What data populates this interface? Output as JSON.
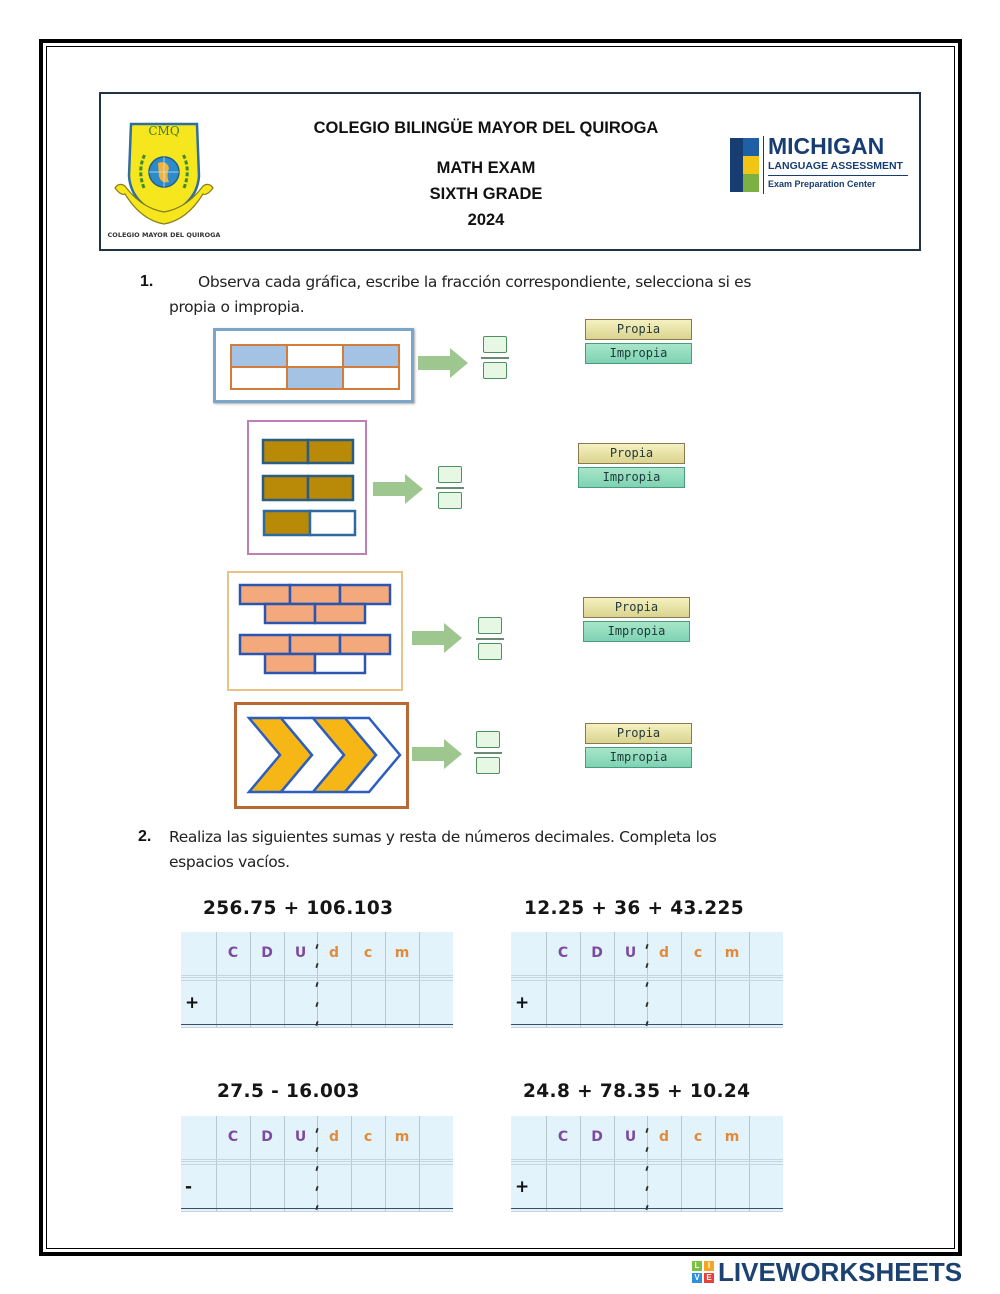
{
  "header": {
    "school": "COLEGIO BILINGÜE MAYOR DEL QUIROGA",
    "exam": "MATH EXAM",
    "grade": "SIXTH GRADE",
    "year": "2024",
    "crest": {
      "initials": "CMQ",
      "ribbon_text": "COLEGIO MAYOR DEL QUIROGA"
    },
    "partner_logo": {
      "title": "MICHIGAN",
      "line2": "LANGUAGE ASSESSMENT",
      "line3": "Exam Preparation Center"
    }
  },
  "question1": {
    "number": "1.",
    "text": "Observa cada gráfica, escribe la fracción correspondiente, selecciona si es",
    "text_line2": "propia o impropia.",
    "items": [
      {
        "figure": "rectangle grid 2x3",
        "shaded": 3,
        "parts": 6,
        "numerator": "",
        "denominator": "",
        "option_proper": "Propia",
        "option_improper": "Impropia"
      },
      {
        "figure": "three bars of halves",
        "shaded": 5,
        "parts": 2,
        "numerator": "",
        "denominator": "",
        "option_proper": "Propia",
        "option_improper": "Impropia"
      },
      {
        "figure": "two brick walls of fifths",
        "shaded": 9,
        "parts": 5,
        "numerator": "",
        "denominator": "",
        "option_proper": "Propia",
        "option_improper": "Impropia"
      },
      {
        "figure": "four chevrons",
        "shaded": 2,
        "parts": 4,
        "numerator": "",
        "denominator": "",
        "option_proper": "Propia",
        "option_improper": "Impropia"
      }
    ]
  },
  "question2": {
    "number": "2.",
    "text": "Realiza las siguientes sumas y resta de números decimales. Completa los",
    "text_line2": "espacios vacíos.",
    "column_headers": [
      "C",
      "D",
      "U",
      "d",
      "c",
      "m"
    ],
    "exercises": [
      {
        "expression": "256.75 + 106.103",
        "sign": "+"
      },
      {
        "expression": "12.25 + 36 + 43.225",
        "sign": "+"
      },
      {
        "expression": "27.5 - 16.003",
        "sign": "-"
      },
      {
        "expression": "24.8 + 78.35 + 10.24",
        "sign": "+"
      }
    ]
  },
  "footer": {
    "brand": "LIVEWORKSHEETS",
    "tiles": [
      "L",
      "I",
      "V",
      "E"
    ]
  }
}
